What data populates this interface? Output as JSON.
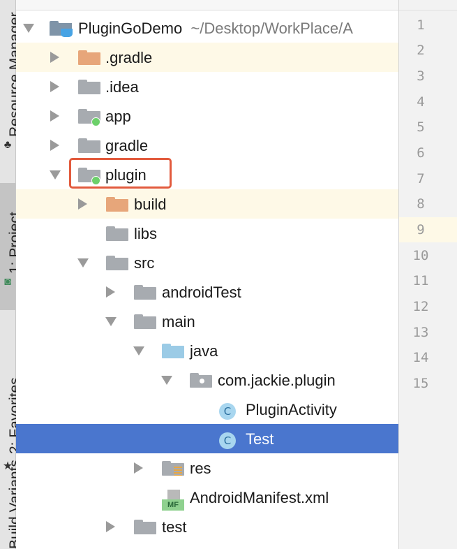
{
  "side_tabs": {
    "resource_manager": "Resource Manager",
    "project": "1: Project",
    "favorites": "2: Favorites",
    "build_variants": "Build Variants"
  },
  "tree": {
    "root": {
      "name": "PluginGoDemo",
      "path": "~/Desktop/WorkPlace/A"
    },
    "rows": {
      "gradle_dot": ".gradle",
      "idea": ".idea",
      "app": "app",
      "gradle": "gradle",
      "plugin": "plugin",
      "build": "build",
      "libs": "libs",
      "src": "src",
      "androidTest": "androidTest",
      "main": "main",
      "java": "java",
      "package": "com.jackie.plugin",
      "plugin_activity": "PluginActivity",
      "test_class": "Test",
      "res": "res",
      "manifest": "AndroidManifest.xml",
      "test_dir": "test"
    },
    "class_icon_letter": "C",
    "manifest_icon_text": "MF",
    "selected_item": "Test",
    "highlight_color": "#e25a3c",
    "selection_color": "#4a76ce"
  },
  "gutter": {
    "line_numbers": [
      "1",
      "2",
      "3",
      "4",
      "5",
      "6",
      "7",
      "8",
      "9",
      "10",
      "11",
      "12",
      "13",
      "14",
      "15"
    ],
    "current_line": "9"
  }
}
